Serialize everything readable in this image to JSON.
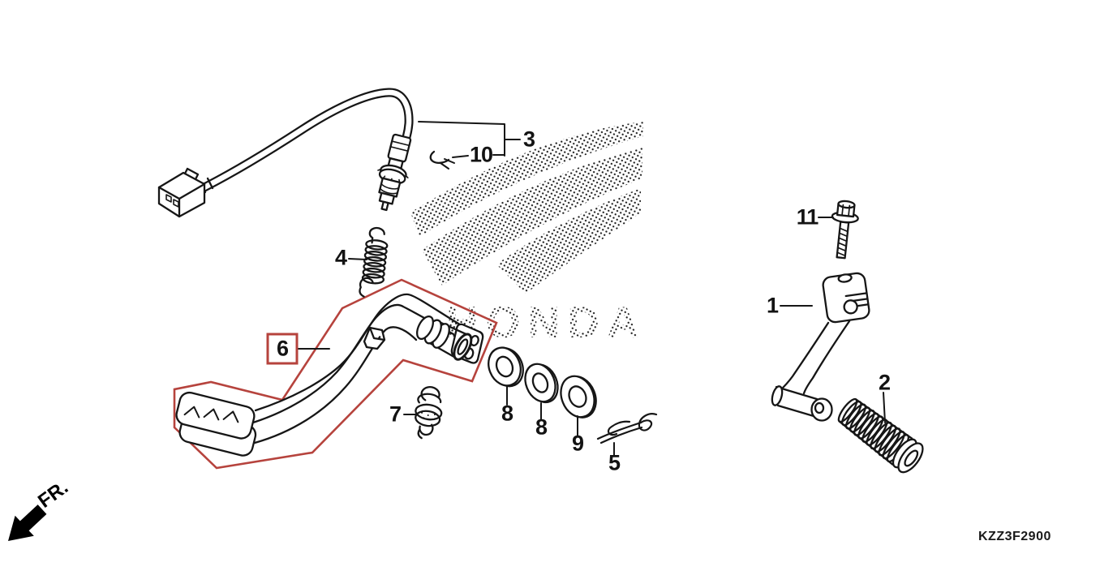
{
  "diagram": {
    "part_code": "KZZ3F2900",
    "front_marker": "FR.",
    "watermark": "HONDA",
    "colors": {
      "highlight": "#b6433d",
      "line": "#161616",
      "background": "#ffffff"
    },
    "callouts": [
      {
        "ref": "3",
        "highlighted": false
      },
      {
        "ref": "10",
        "highlighted": false
      },
      {
        "ref": "4",
        "highlighted": false
      },
      {
        "ref": "6",
        "highlighted": true
      },
      {
        "ref": "7",
        "highlighted": false
      },
      {
        "ref": "8",
        "highlighted": false
      },
      {
        "ref": "8",
        "highlighted": false
      },
      {
        "ref": "9",
        "highlighted": false
      },
      {
        "ref": "5",
        "highlighted": false
      },
      {
        "ref": "1",
        "highlighted": false
      },
      {
        "ref": "11",
        "highlighted": false
      },
      {
        "ref": "2",
        "highlighted": false
      }
    ]
  }
}
